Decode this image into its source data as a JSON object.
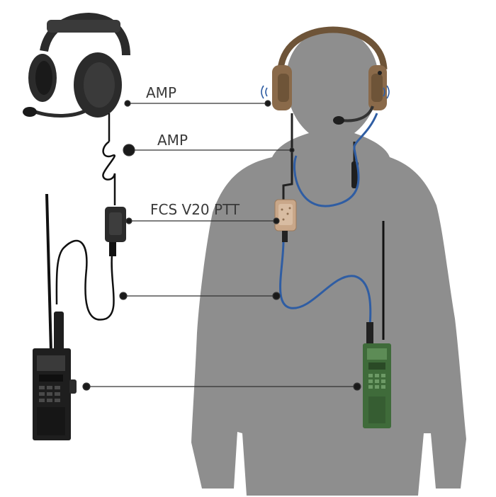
{
  "labels": {
    "amp_headset": "AMP",
    "amp_cable": "AMP",
    "ptt": "FCS V20 PTT"
  },
  "colors": {
    "silhouette": "#8e8e8e",
    "headset_black": "#2b2b2b",
    "headset_tan": "#8a6a4a",
    "ptt_tan": "#c9a789",
    "radio_black": "#1e1e1e",
    "radio_green": "#3f6b3a",
    "blue_cable": "#2f5da3",
    "leader_line": "#333333",
    "text": "#3a3a3a"
  },
  "icons": [
    "headset-black",
    "headset-tan",
    "ptt-unit",
    "radio-black",
    "radio-green",
    "sound-wave-icon"
  ]
}
